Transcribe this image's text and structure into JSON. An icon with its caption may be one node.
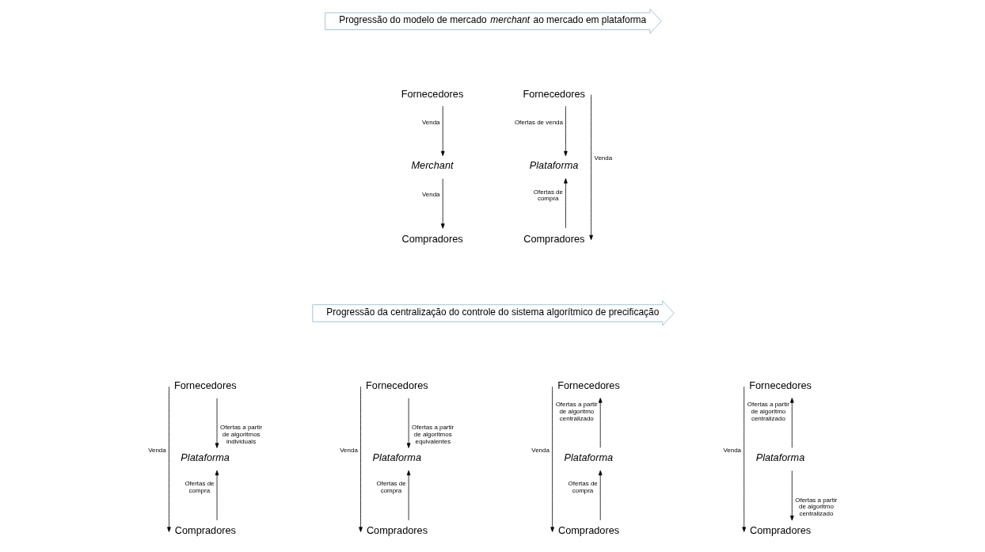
{
  "diagram": {
    "nodes": [
      {
        "text": [
          "Progressão do modelo de mercado *merchant* ao mercado em plataforma"
        ]
      },
      {
        "text": [
          "Fornecedores"
        ]
      },
      {
        "text": [
          "Merchant"
        ]
      },
      {
        "text": [
          "Compradores"
        ]
      },
      {
        "text": [
          "Fornecedores"
        ]
      },
      {
        "text": [
          "Plataforma"
        ]
      },
      {
        "text": [
          "Compradores"
        ]
      },
      {
        "text": [
          "Progressão da centralização do controle do sistema algorítmico de precificação"
        ]
      },
      {
        "text": [
          "Fornecedores"
        ]
      },
      {
        "text": [
          "Plataforma"
        ]
      },
      {
        "text": [
          "Compradores"
        ]
      },
      {
        "text": [
          "Fornecedores"
        ]
      },
      {
        "text": [
          "Plataforma"
        ]
      },
      {
        "text": [
          "Compradores"
        ]
      },
      {
        "text": [
          "Fornecedores"
        ]
      },
      {
        "text": [
          "Plataforma"
        ]
      },
      {
        "text": [
          "Compradores"
        ]
      },
      {
        "text": [
          "Fornecedores"
        ]
      },
      {
        "text": [
          "Plataforma"
        ]
      },
      {
        "text": [
          "Compradores"
        ]
      }
    ],
    "edges": [
      {
        "from": 1,
        "to": 2,
        "arrow": "to",
        "label": "Venda"
      },
      {
        "from": 2,
        "to": 3,
        "arrow": "to",
        "label": "Venda"
      },
      {
        "from": 4,
        "to": 5,
        "arrow": "to",
        "label": "Ofertas de venda"
      },
      {
        "from": 6,
        "to": 5,
        "arrow": "to",
        "label": "Ofertas de compra"
      },
      {
        "from": 4,
        "to": 6,
        "arrow": "to",
        "label": "Venda"
      },
      {
        "from": 8,
        "to": 9,
        "arrow": "to",
        "label": "Ofertas a partir de algoritmos individuais"
      },
      {
        "from": 10,
        "to": 9,
        "arrow": "to",
        "label": "Ofertas de compra"
      },
      {
        "from": 8,
        "to": 10,
        "arrow": "to",
        "label": "Venda"
      },
      {
        "from": 11,
        "to": 12,
        "arrow": "to",
        "label": "Ofertas a partir de algoritmos equivalentes"
      },
      {
        "from": 13,
        "to": 12,
        "arrow": "to",
        "label": "Ofertas de compra"
      },
      {
        "from": 11,
        "to": 13,
        "arrow": "to",
        "label": "Venda"
      },
      {
        "from": 15,
        "to": 14,
        "arrow": "to",
        "label": "Ofertas a partir de algoritmo centralizado"
      },
      {
        "from": 16,
        "to": 15,
        "arrow": "to",
        "label": "Ofertas de compra"
      },
      {
        "from": 14,
        "to": 16,
        "arrow": "to",
        "label": "Venda"
      },
      {
        "from": 18,
        "to": 17,
        "arrow": "to",
        "label": "Ofertas a partir de algoritmo centralizado"
      },
      {
        "from": 18,
        "to": 19,
        "arrow": "to",
        "label": "Ofertas a partir de algoritmo centralizado"
      },
      {
        "from": 17,
        "to": 19,
        "arrow": "to",
        "label": "Venda"
      }
    ]
  }
}
